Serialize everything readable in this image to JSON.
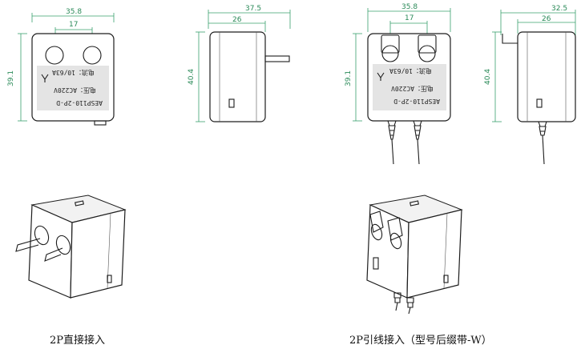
{
  "dimensions": {
    "front_direct_width": "35.8",
    "front_direct_pin_spacing": "17",
    "front_direct_height": "39.1",
    "side_direct_depth": "37.5",
    "side_direct_body_depth": "26",
    "side_direct_height": "40.4",
    "front_lead_width": "35.8",
    "front_lead_pin_spacing": "17",
    "front_lead_height": "39.1",
    "side_lead_depth": "32.5",
    "side_lead_body_depth": "26",
    "side_lead_height": "40.4"
  },
  "label_plate": {
    "current": "电流：10/63A",
    "voltage": "电压：AC220V",
    "model": "AESP110-2P-D"
  },
  "captions": {
    "direct": "2P直接接入",
    "lead": "2P引线接入（型号后缀带-W）"
  }
}
